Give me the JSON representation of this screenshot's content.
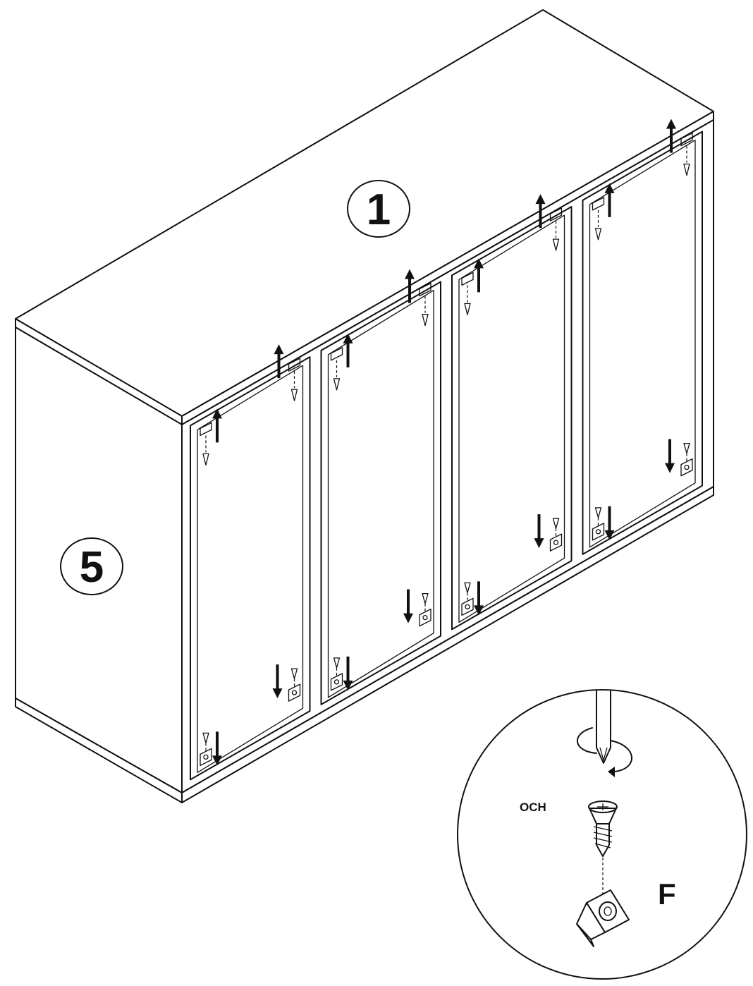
{
  "labels": {
    "top_panel": "1",
    "side_panel": "5",
    "hardware": "F",
    "hole_note": "OCH"
  },
  "detail": {
    "door_count": 4
  }
}
